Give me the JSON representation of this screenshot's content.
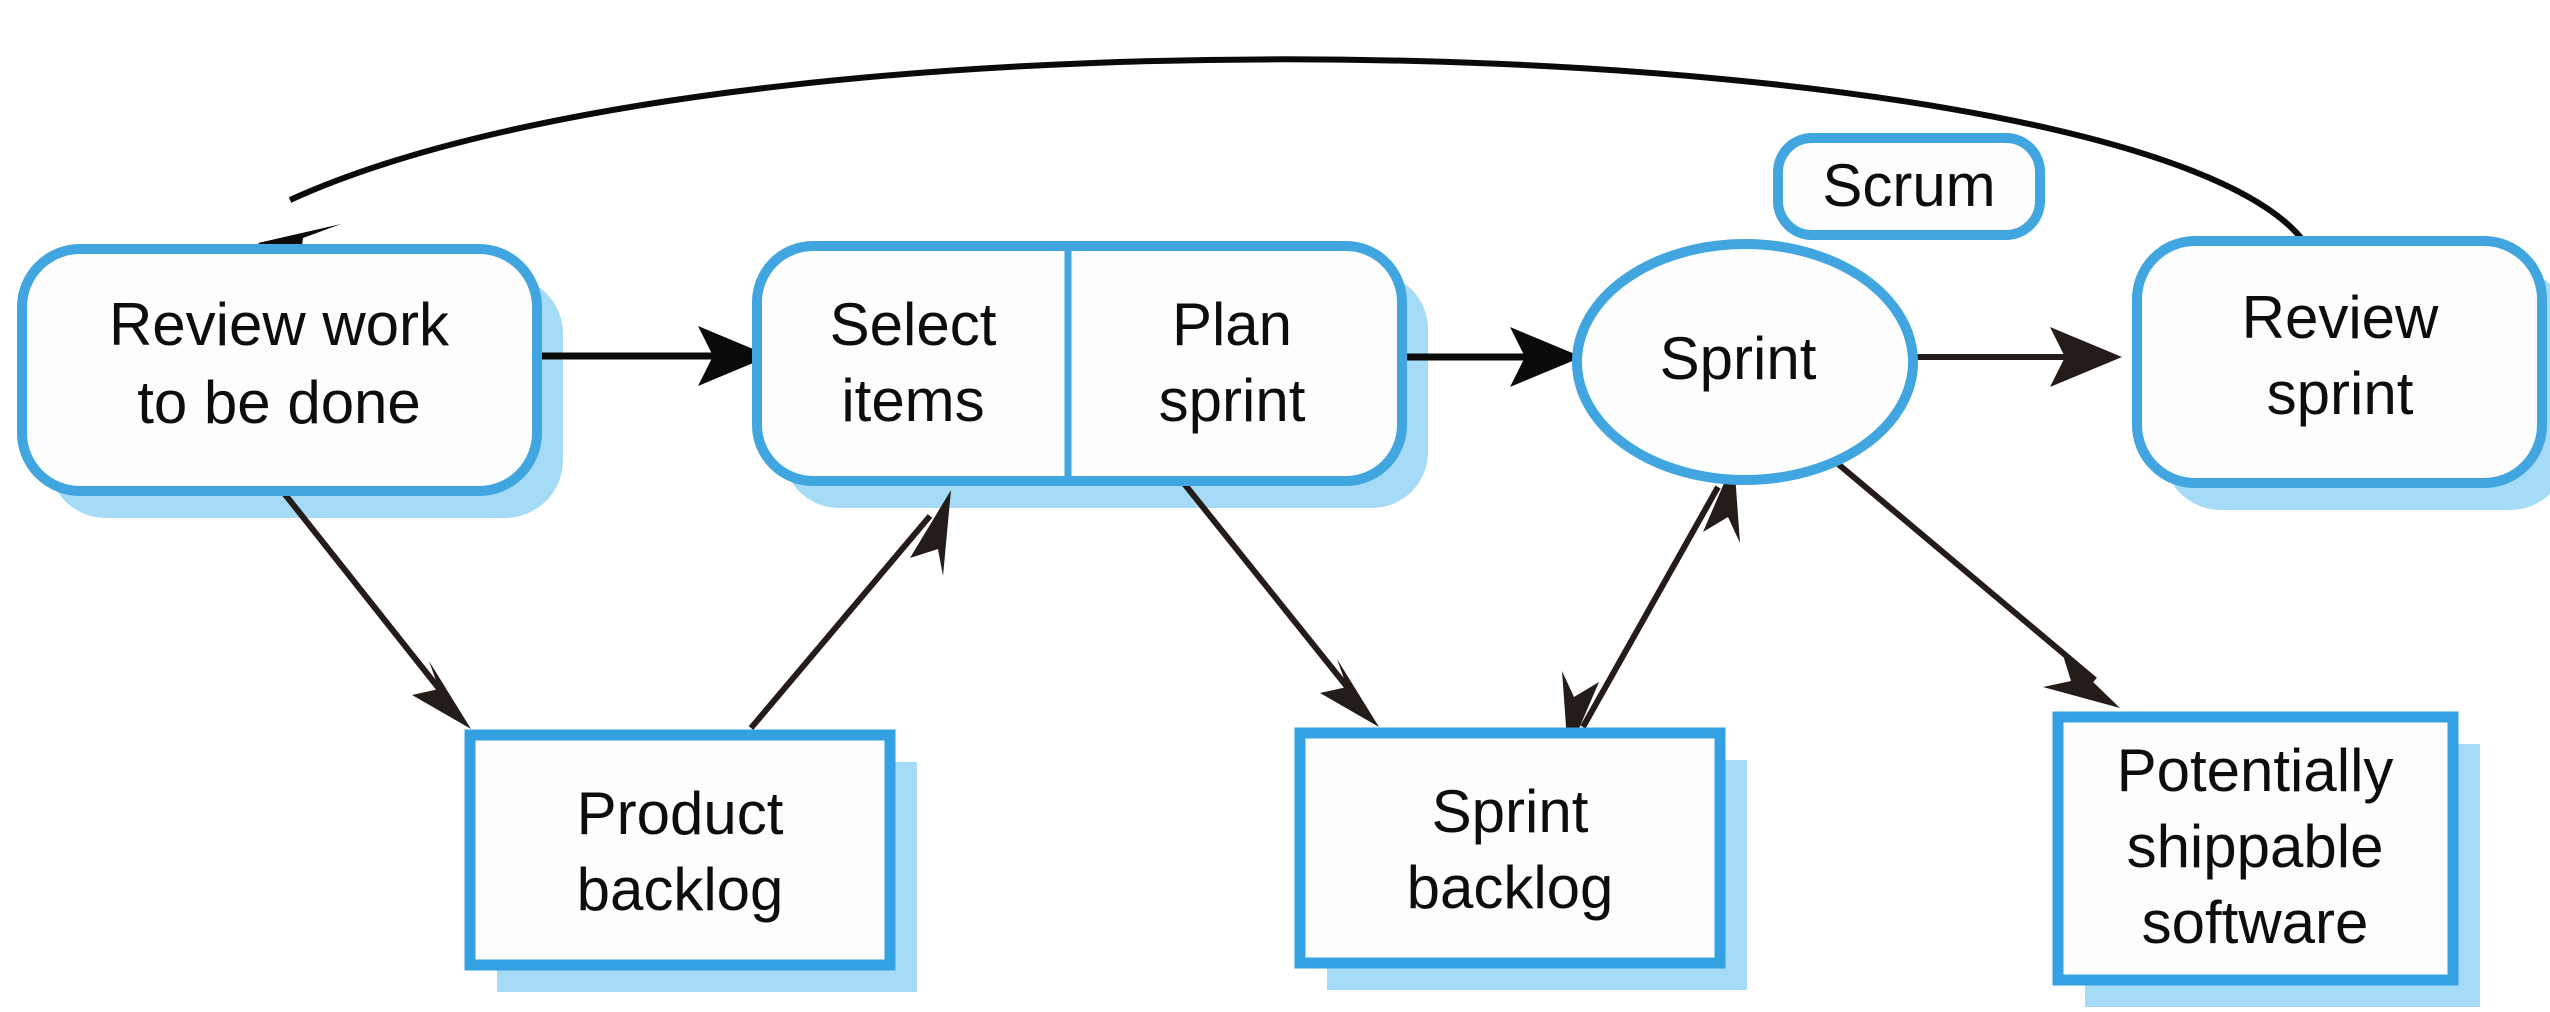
{
  "diagram": {
    "title": "Scrum process flow",
    "colors": {
      "border_blue": "#41a5e0",
      "border_blue_rect": "#34a2e2",
      "shadow_blue": "#a5dbf7",
      "fill_white": "#fdfdfd",
      "arrow_dark": "#241c18",
      "arrow_black": "#0a0a0a",
      "text_black": "#0d0d0d",
      "background": "#ffffff"
    },
    "nodes": [
      {
        "id": "review-work",
        "shape": "rounded-rectangle",
        "label_lines": [
          "Review work",
          "to be done"
        ],
        "has_shadow": true
      },
      {
        "id": "select-items",
        "shape": "rounded-rectangle-split-left",
        "label_lines": [
          "Select",
          "items"
        ],
        "has_shadow": true
      },
      {
        "id": "plan-sprint",
        "shape": "rounded-rectangle-split-right",
        "label_lines": [
          "Plan",
          "sprint"
        ],
        "has_shadow": true
      },
      {
        "id": "scrum",
        "shape": "rounded-rectangle",
        "label_lines": [
          "Scrum"
        ],
        "has_shadow": false
      },
      {
        "id": "sprint",
        "shape": "ellipse",
        "label_lines": [
          "Sprint"
        ],
        "has_shadow": false
      },
      {
        "id": "review-sprint",
        "shape": "rounded-rectangle",
        "label_lines": [
          "Review",
          "sprint"
        ],
        "has_shadow": true
      },
      {
        "id": "product-backlog",
        "shape": "rectangle",
        "label_lines": [
          "Product",
          "backlog"
        ],
        "has_shadow": true
      },
      {
        "id": "sprint-backlog",
        "shape": "rectangle",
        "label_lines": [
          "Sprint",
          "backlog"
        ],
        "has_shadow": true
      },
      {
        "id": "potentially-shippable-software",
        "shape": "rectangle",
        "label_lines": [
          "Potentially",
          "shippable",
          "software"
        ],
        "has_shadow": true
      }
    ],
    "edges": [
      {
        "id": "review-work-to-select-items",
        "from": "review-work",
        "to": "select-items",
        "style": "straight",
        "heads": "single"
      },
      {
        "id": "plan-sprint-to-sprint",
        "from": "plan-sprint",
        "to": "sprint",
        "style": "straight",
        "heads": "single"
      },
      {
        "id": "sprint-to-review-sprint",
        "from": "sprint",
        "to": "review-sprint",
        "style": "straight",
        "heads": "single"
      },
      {
        "id": "review-sprint-to-review-work",
        "from": "review-sprint",
        "to": "review-work",
        "style": "curved",
        "heads": "single"
      },
      {
        "id": "review-work-to-product-backlog",
        "from": "review-work",
        "to": "product-backlog",
        "style": "straight",
        "heads": "single"
      },
      {
        "id": "product-backlog-to-select-items",
        "from": "product-backlog",
        "to": "select-items",
        "style": "straight",
        "heads": "single"
      },
      {
        "id": "plan-sprint-to-sprint-backlog",
        "from": "plan-sprint",
        "to": "sprint-backlog",
        "style": "straight",
        "heads": "single"
      },
      {
        "id": "sprint-backlog-to-sprint",
        "from": "sprint-backlog",
        "to": "sprint",
        "style": "straight",
        "heads": "double"
      },
      {
        "id": "sprint-to-potentially-shippable-software",
        "from": "sprint",
        "to": "potentially-shippable-software",
        "style": "straight",
        "heads": "single"
      }
    ],
    "labels": {
      "review_work_l1": "Review work",
      "review_work_l2": "to be done",
      "select_items_l1": "Select",
      "select_items_l2": "items",
      "plan_sprint_l1": "Plan",
      "plan_sprint_l2": "sprint",
      "scrum": "Scrum",
      "sprint": "Sprint",
      "review_sprint_l1": "Review",
      "review_sprint_l2": "sprint",
      "product_backlog_l1": "Product",
      "product_backlog_l2": "backlog",
      "sprint_backlog_l1": "Sprint",
      "sprint_backlog_l2": "backlog",
      "pss_l1": "Potentially",
      "pss_l2": "shippable",
      "pss_l3": "software"
    }
  }
}
